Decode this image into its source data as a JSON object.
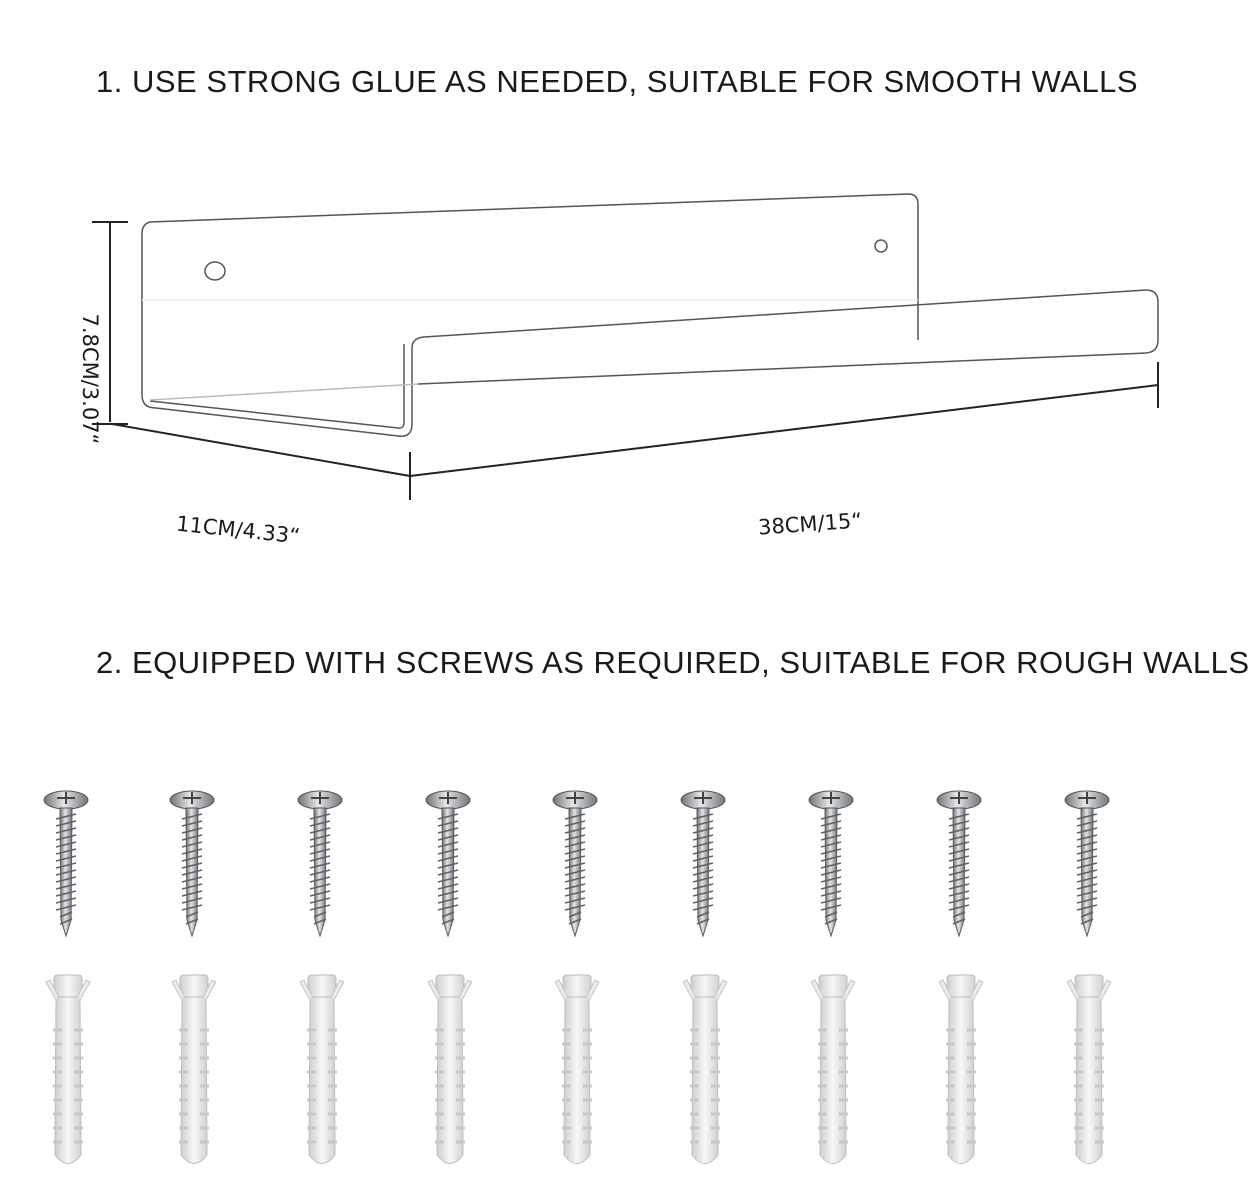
{
  "section1": {
    "heading": "1. USE STRONG GLUE AS NEEDED, SUITABLE FOR SMOOTH WALLS"
  },
  "dimensions": {
    "height": "7.8CM/3.07“",
    "depth": "11CM/4.33“",
    "width": "38CM/15“"
  },
  "section2": {
    "heading": "2. EQUIPPED WITH SCREWS AS REQUIRED, SUITABLE FOR ROUGH WALLS"
  },
  "hardware": {
    "screw_count": 9,
    "anchor_count": 9
  },
  "colors": {
    "text": "#1a1a1a",
    "shelf_outline": "#555555",
    "screw": "#9a9ea2",
    "anchor": "#e6e6e6"
  }
}
